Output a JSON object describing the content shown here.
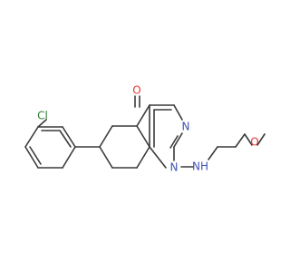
{
  "molecule": {
    "atoms": {
      "oxygen_ketone": {
        "symbol": "O",
        "color": "#e53935"
      },
      "nitrogen_n3": {
        "symbol": "N",
        "color": "#3f51b5"
      },
      "nitrogen_n1": {
        "symbol": "N",
        "color": "#3f51b5"
      },
      "nitrogen_amine": {
        "symbol": "NH",
        "color": "#3f51b5"
      },
      "oxygen_ether": {
        "symbol": "O",
        "color": "#e53935"
      },
      "chlorine": {
        "symbol": "Cl",
        "color": "#2e7d32"
      }
    },
    "bond_color": "#3a3a3a",
    "background": "#ffffff"
  }
}
